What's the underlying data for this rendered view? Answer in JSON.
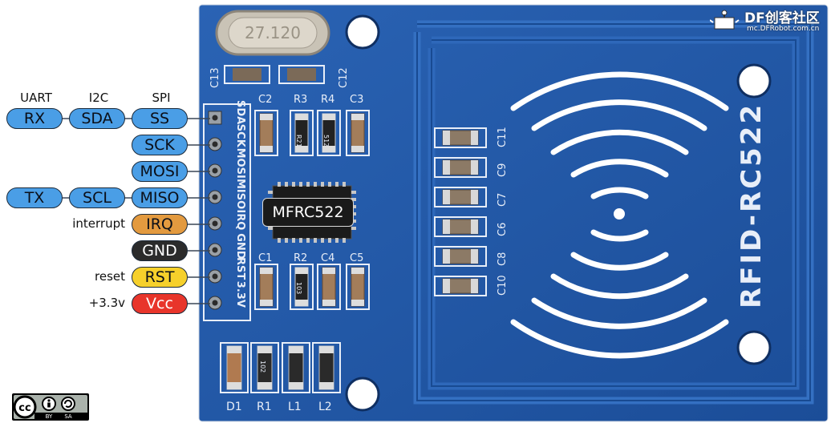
{
  "board": {
    "name": "RFID-RC522",
    "chip": "MFRC522",
    "crystal": "27.120",
    "pin_silk": [
      "SDA",
      "SCK",
      "MOSI",
      "MISO",
      "IRQ",
      "GND",
      "RST",
      "3.3V"
    ],
    "components_top": [
      "C2",
      "R3",
      "R4",
      "C3"
    ],
    "components_bottom": [
      "C1",
      "R2",
      "C4",
      "C5"
    ],
    "components_row": [
      "D1",
      "R1",
      "L1",
      "L2"
    ],
    "caps_side": [
      "C13",
      "C12"
    ],
    "caps_right": [
      "C11",
      "C9",
      "C7",
      "C6",
      "C8",
      "C10"
    ],
    "resistor_marks": [
      "R21",
      "512",
      "103",
      "102"
    ]
  },
  "headers": {
    "uart": "UART",
    "i2c": "I2C",
    "spi": "SPI"
  },
  "pins": [
    {
      "label": "SS",
      "color": "#4a9ee6",
      "alts": [
        "RX",
        "SDA"
      ]
    },
    {
      "label": "SCK",
      "color": "#4a9ee6",
      "alts": []
    },
    {
      "label": "MOSI",
      "color": "#4a9ee6",
      "alts": []
    },
    {
      "label": "MISO",
      "color": "#4a9ee6",
      "alts": [
        "TX",
        "SCL"
      ]
    },
    {
      "label": "IRQ",
      "color": "#e39a3f",
      "note": "interrupt"
    },
    {
      "label": "GND",
      "color": "#2b2b2b",
      "text_color": "#ffffff"
    },
    {
      "label": "RST",
      "color": "#f6d02b",
      "note": "reset"
    },
    {
      "label": "Vcc",
      "color": "#e8352b",
      "note": "+3.3v",
      "text_color": "#ffffff"
    }
  ],
  "colors": {
    "pcb": "#1f56a6",
    "pcb_dark": "#163f80",
    "trace": "#2c64b6",
    "silk": "#e8eef8",
    "spi_blue": "#4a9ee6"
  },
  "logo": {
    "text": "DF创客社区",
    "sub": "mc.DFRobot.com.cn"
  },
  "license": {
    "by": "BY",
    "sa": "SA"
  }
}
